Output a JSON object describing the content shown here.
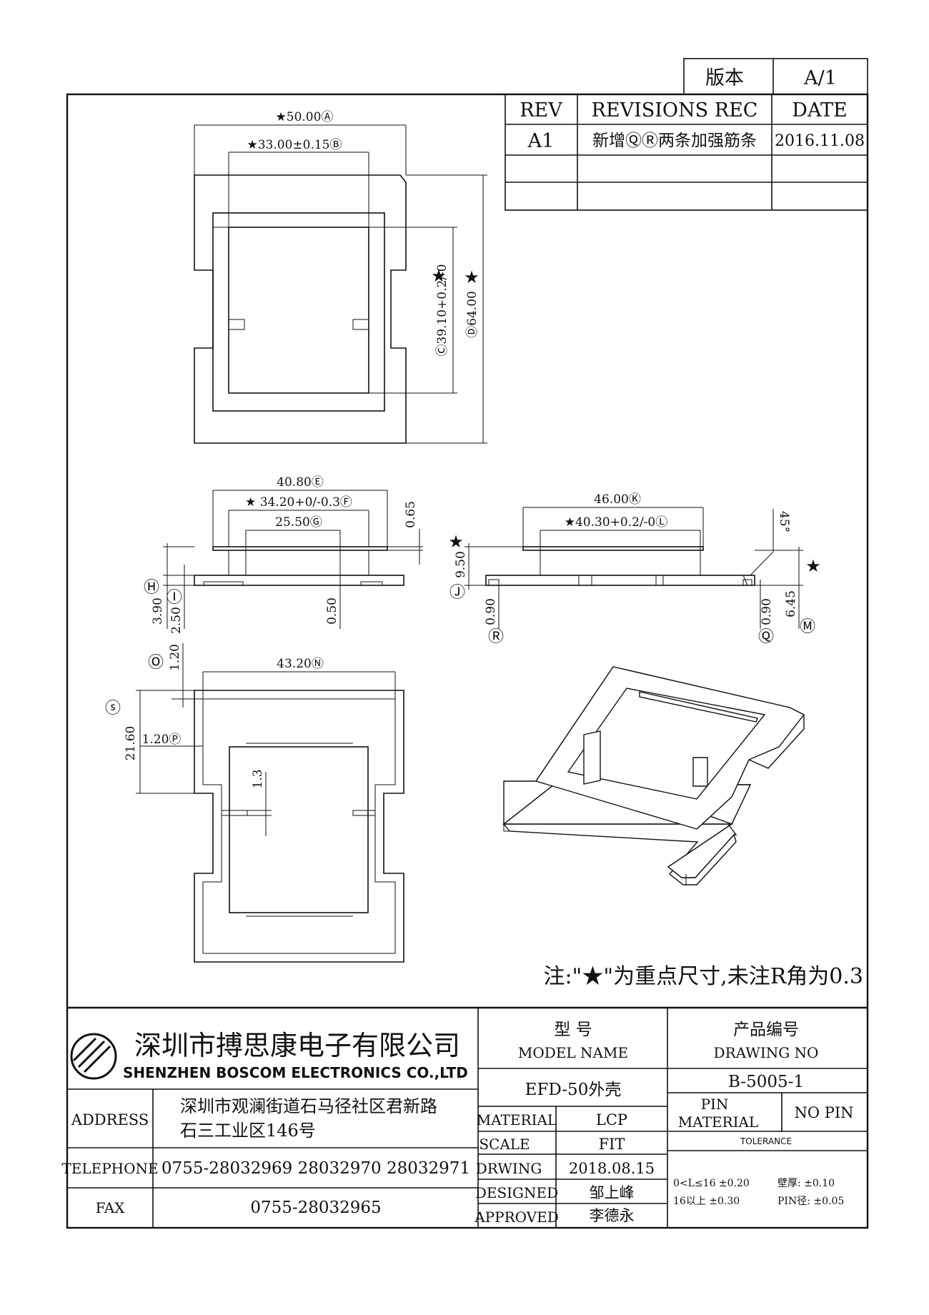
{
  "version_box": {
    "label": "版本",
    "value": "A/1"
  },
  "revision": {
    "headers": [
      "REV",
      "REVISIONS REC",
      "DATE"
    ],
    "rows": [
      {
        "rev": "A1",
        "rec": "新增ⓆⓇ两条加强筋条",
        "date": "2016.11.08"
      },
      {
        "rev": "",
        "rec": "",
        "date": ""
      },
      {
        "rev": "",
        "rec": "",
        "date": ""
      }
    ]
  },
  "dimensions": {
    "A": "★50.00Ⓐ",
    "B": "★33.00±0.15Ⓑ",
    "C": "Ⓒ39.10+0.2/-0",
    "D": "Ⓓ64.00",
    "E": "40.80Ⓔ",
    "F": "★ 34.20+0/-0.3Ⓕ",
    "G": "25.50Ⓖ",
    "H": "Ⓗ",
    "I": "Ⓘ",
    "K": "46.00Ⓚ",
    "L": "★40.30+0.2/-0Ⓛ",
    "J": "Ⓙ",
    "M": "Ⓜ",
    "N": "43.20Ⓝ",
    "O": "Ⓞ",
    "P": "1.20Ⓟ",
    "Q": "Ⓠ",
    "R": "Ⓡ",
    "S": "ⓢ",
    "v065": "0.65",
    "v390": "3.90",
    "v250": "2.50",
    "v050": "0.50",
    "v950": "9.50",
    "v090a": "0.90",
    "v090b": "0.90",
    "v645": "6.45",
    "v45": "45°",
    "v120": "1.20",
    "v2160": "21.60",
    "v13": "1.3",
    "star": "★"
  },
  "note": "注:\"★\"为重点尺寸,未注R角为0.3",
  "title_block": {
    "company_cn": "深圳市搏思康电子有限公司",
    "company_en": "SHENZHEN BOSCOM ELECTRONICS CO.,LTD",
    "address_label": "ADDRESS",
    "address_line1": "深圳市观澜街道石马径社区君新路",
    "address_line2": "石三工业区146号",
    "telephone_label": "TELEPHONE",
    "telephone": "0755-28032969 28032970 28032971",
    "fax_label": "FAX",
    "fax": "0755-28032965",
    "model_cn": "型    号",
    "model_en": "MODEL NAME",
    "model_value": "EFD-50外壳",
    "drawing_cn": "产品编号",
    "drawing_en": "DRAWING NO",
    "drawing_value": "B-5005-1",
    "material_label": "MATERIAL",
    "material_value": "LCP",
    "scale_label": "SCALE",
    "scale_value": "FIT",
    "drwing_label": "DRWING",
    "drwing_value": "2018.08.15",
    "designed_label": "DESIGNED",
    "designed_value": "邹上峰",
    "approved_label": "APPROVED",
    "approved_value": "李德永",
    "pin_label1": "PIN",
    "pin_label2": "MATERIAL",
    "pin_value": "NO PIN",
    "tolerance_label": "TOLERANCE",
    "tol1": "0<L≤16  ±0.20",
    "tol2": "16以上     ±0.30",
    "tol3": "壁厚:  ±0.10",
    "tol4": "PIN径: ±0.05"
  }
}
